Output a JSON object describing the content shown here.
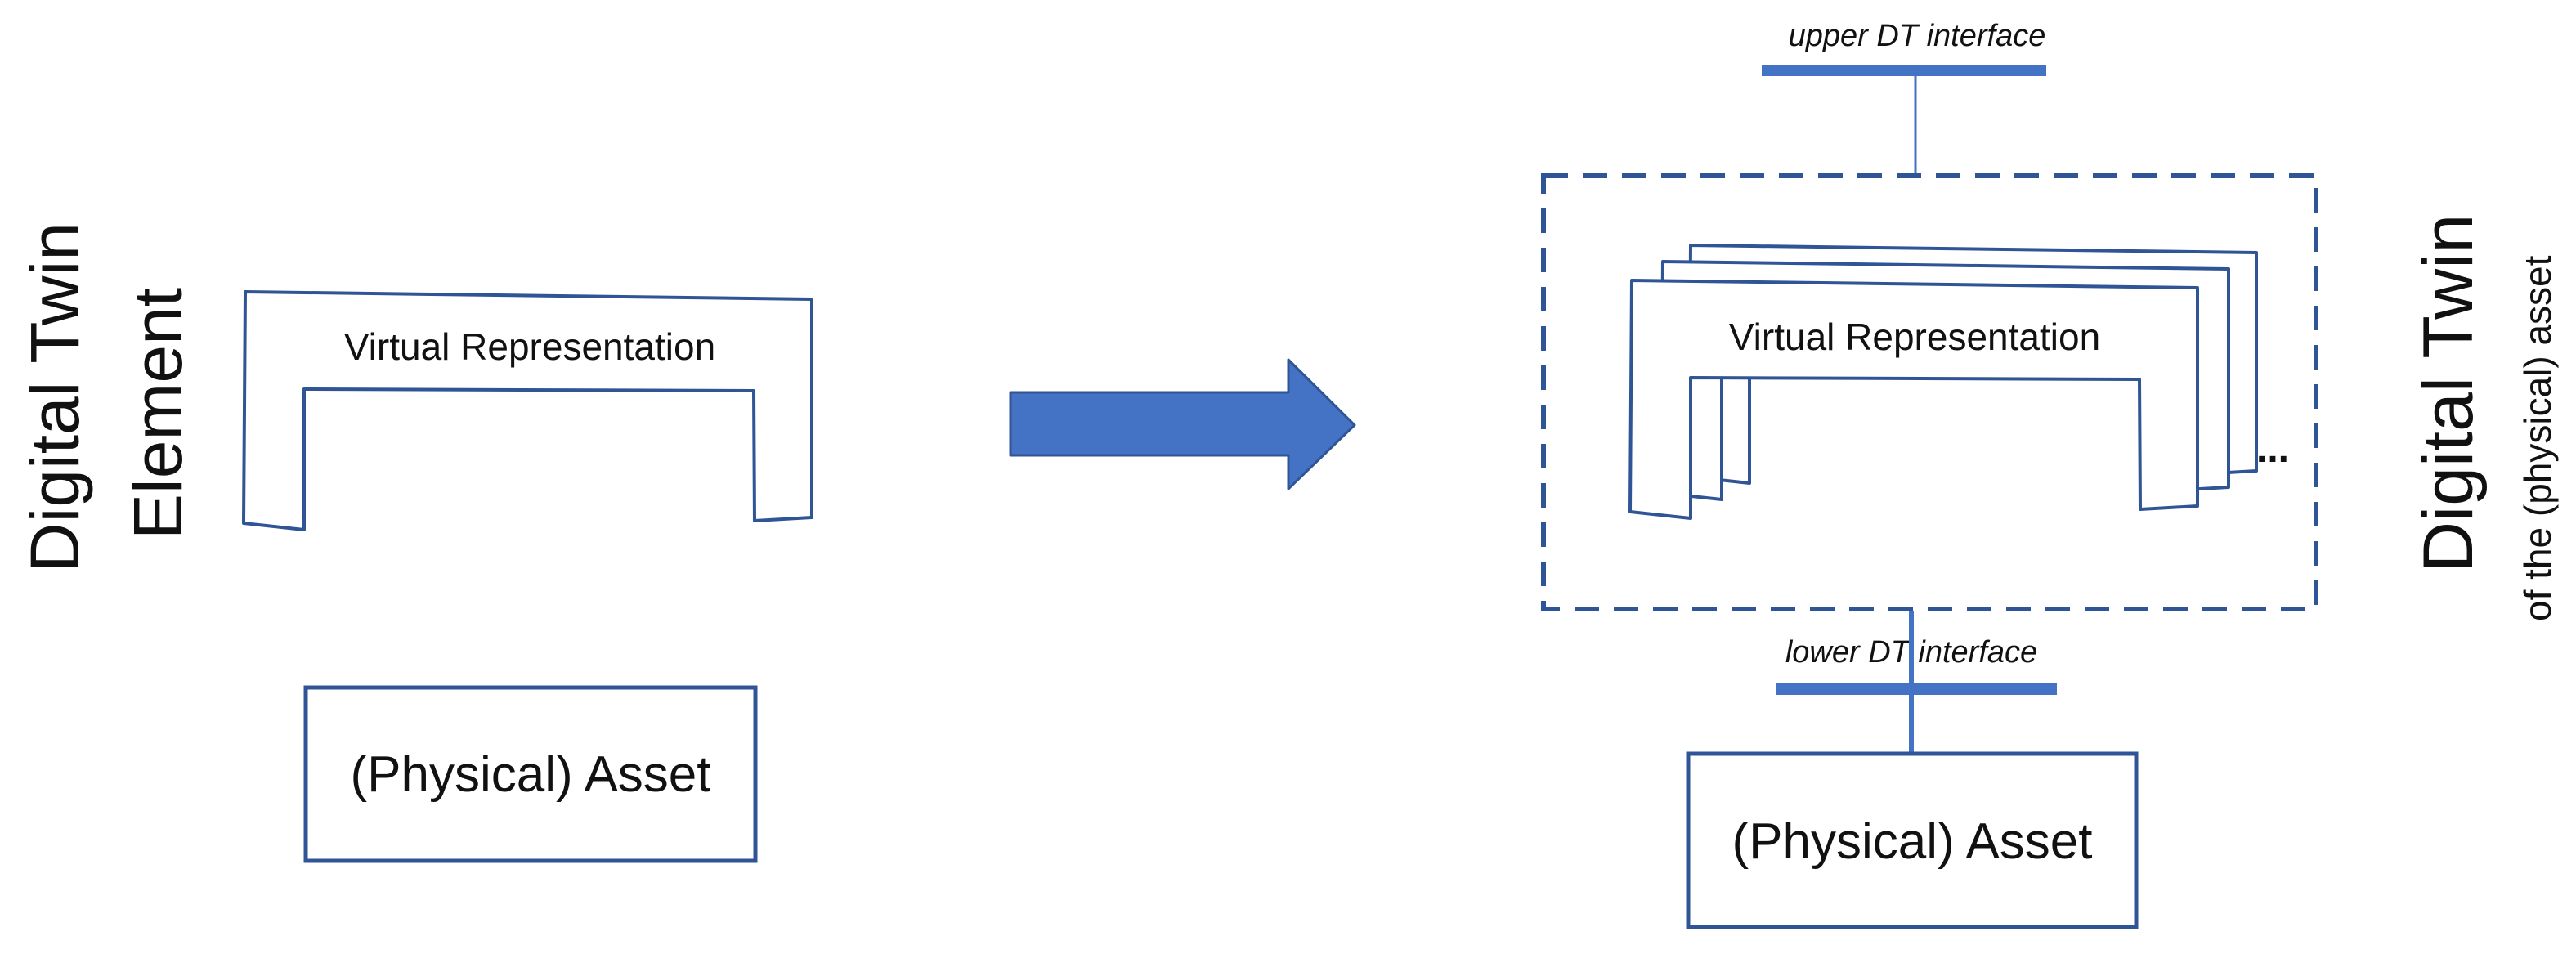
{
  "left": {
    "title_line1": "Digital Twin",
    "title_line2": "Element",
    "virtual_representation": "Virtual Representation",
    "asset": "(Physical) Asset"
  },
  "right": {
    "upper_interface": "upper DT interface",
    "lower_interface": "lower DT interface",
    "virtual_representation": "Virtual Representation",
    "ellipsis": "...",
    "asset": "(Physical) Asset",
    "title_main": "Digital Twin",
    "title_sub": "of the (physical) asset"
  },
  "colors": {
    "accent": "#4472C4",
    "outline": "#2F5597",
    "text": "#111111"
  },
  "icons": {
    "arrow": "right-arrow-icon"
  }
}
